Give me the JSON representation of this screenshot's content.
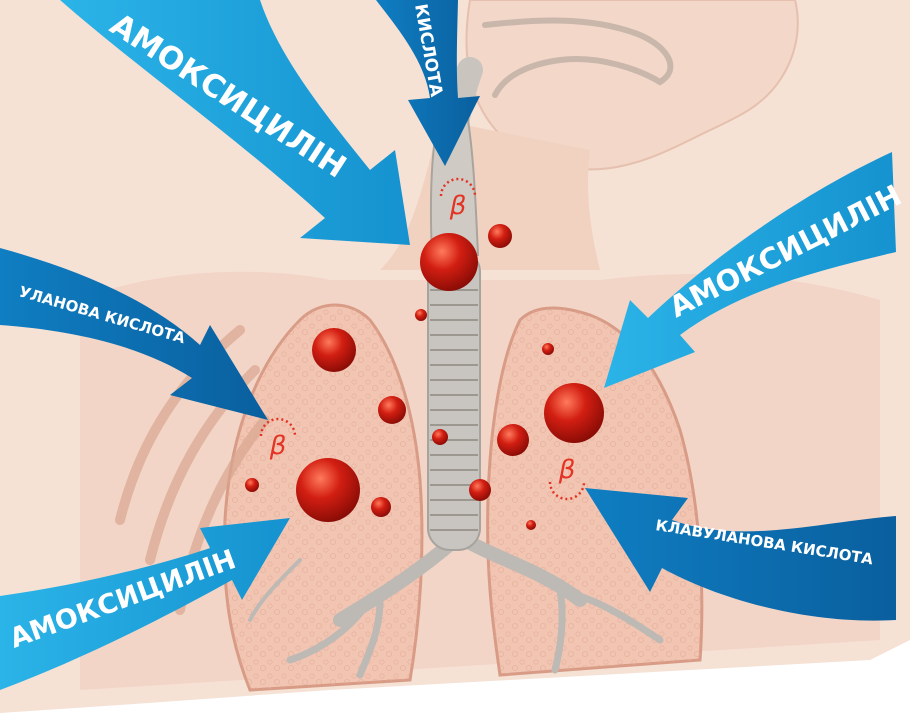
{
  "labels": {
    "amoxicillin": "АМОКСИЦИЛІН",
    "clav_top": "КИСЛОТА",
    "clav_left": "УЛАНОВА КИСЛОТА",
    "clav_right": "КЛАВУЛАНОВА КИСЛОТА",
    "beta": "β"
  },
  "colors": {
    "background": "#ffffff",
    "skin": "#f6e1d5",
    "lung": "#f2c5b3",
    "lung_dark": "#e0a48e",
    "airway": "#b9b6b1",
    "bacteria": "#d21e12",
    "amoxicillin_arrow": "#1aa3dc",
    "clavulanic_arrow": "#0b6fb3",
    "beta_lactamase": "#e33324"
  },
  "legend_icons": [
    "beta-lactamase-icon",
    "bacteria-icon"
  ]
}
